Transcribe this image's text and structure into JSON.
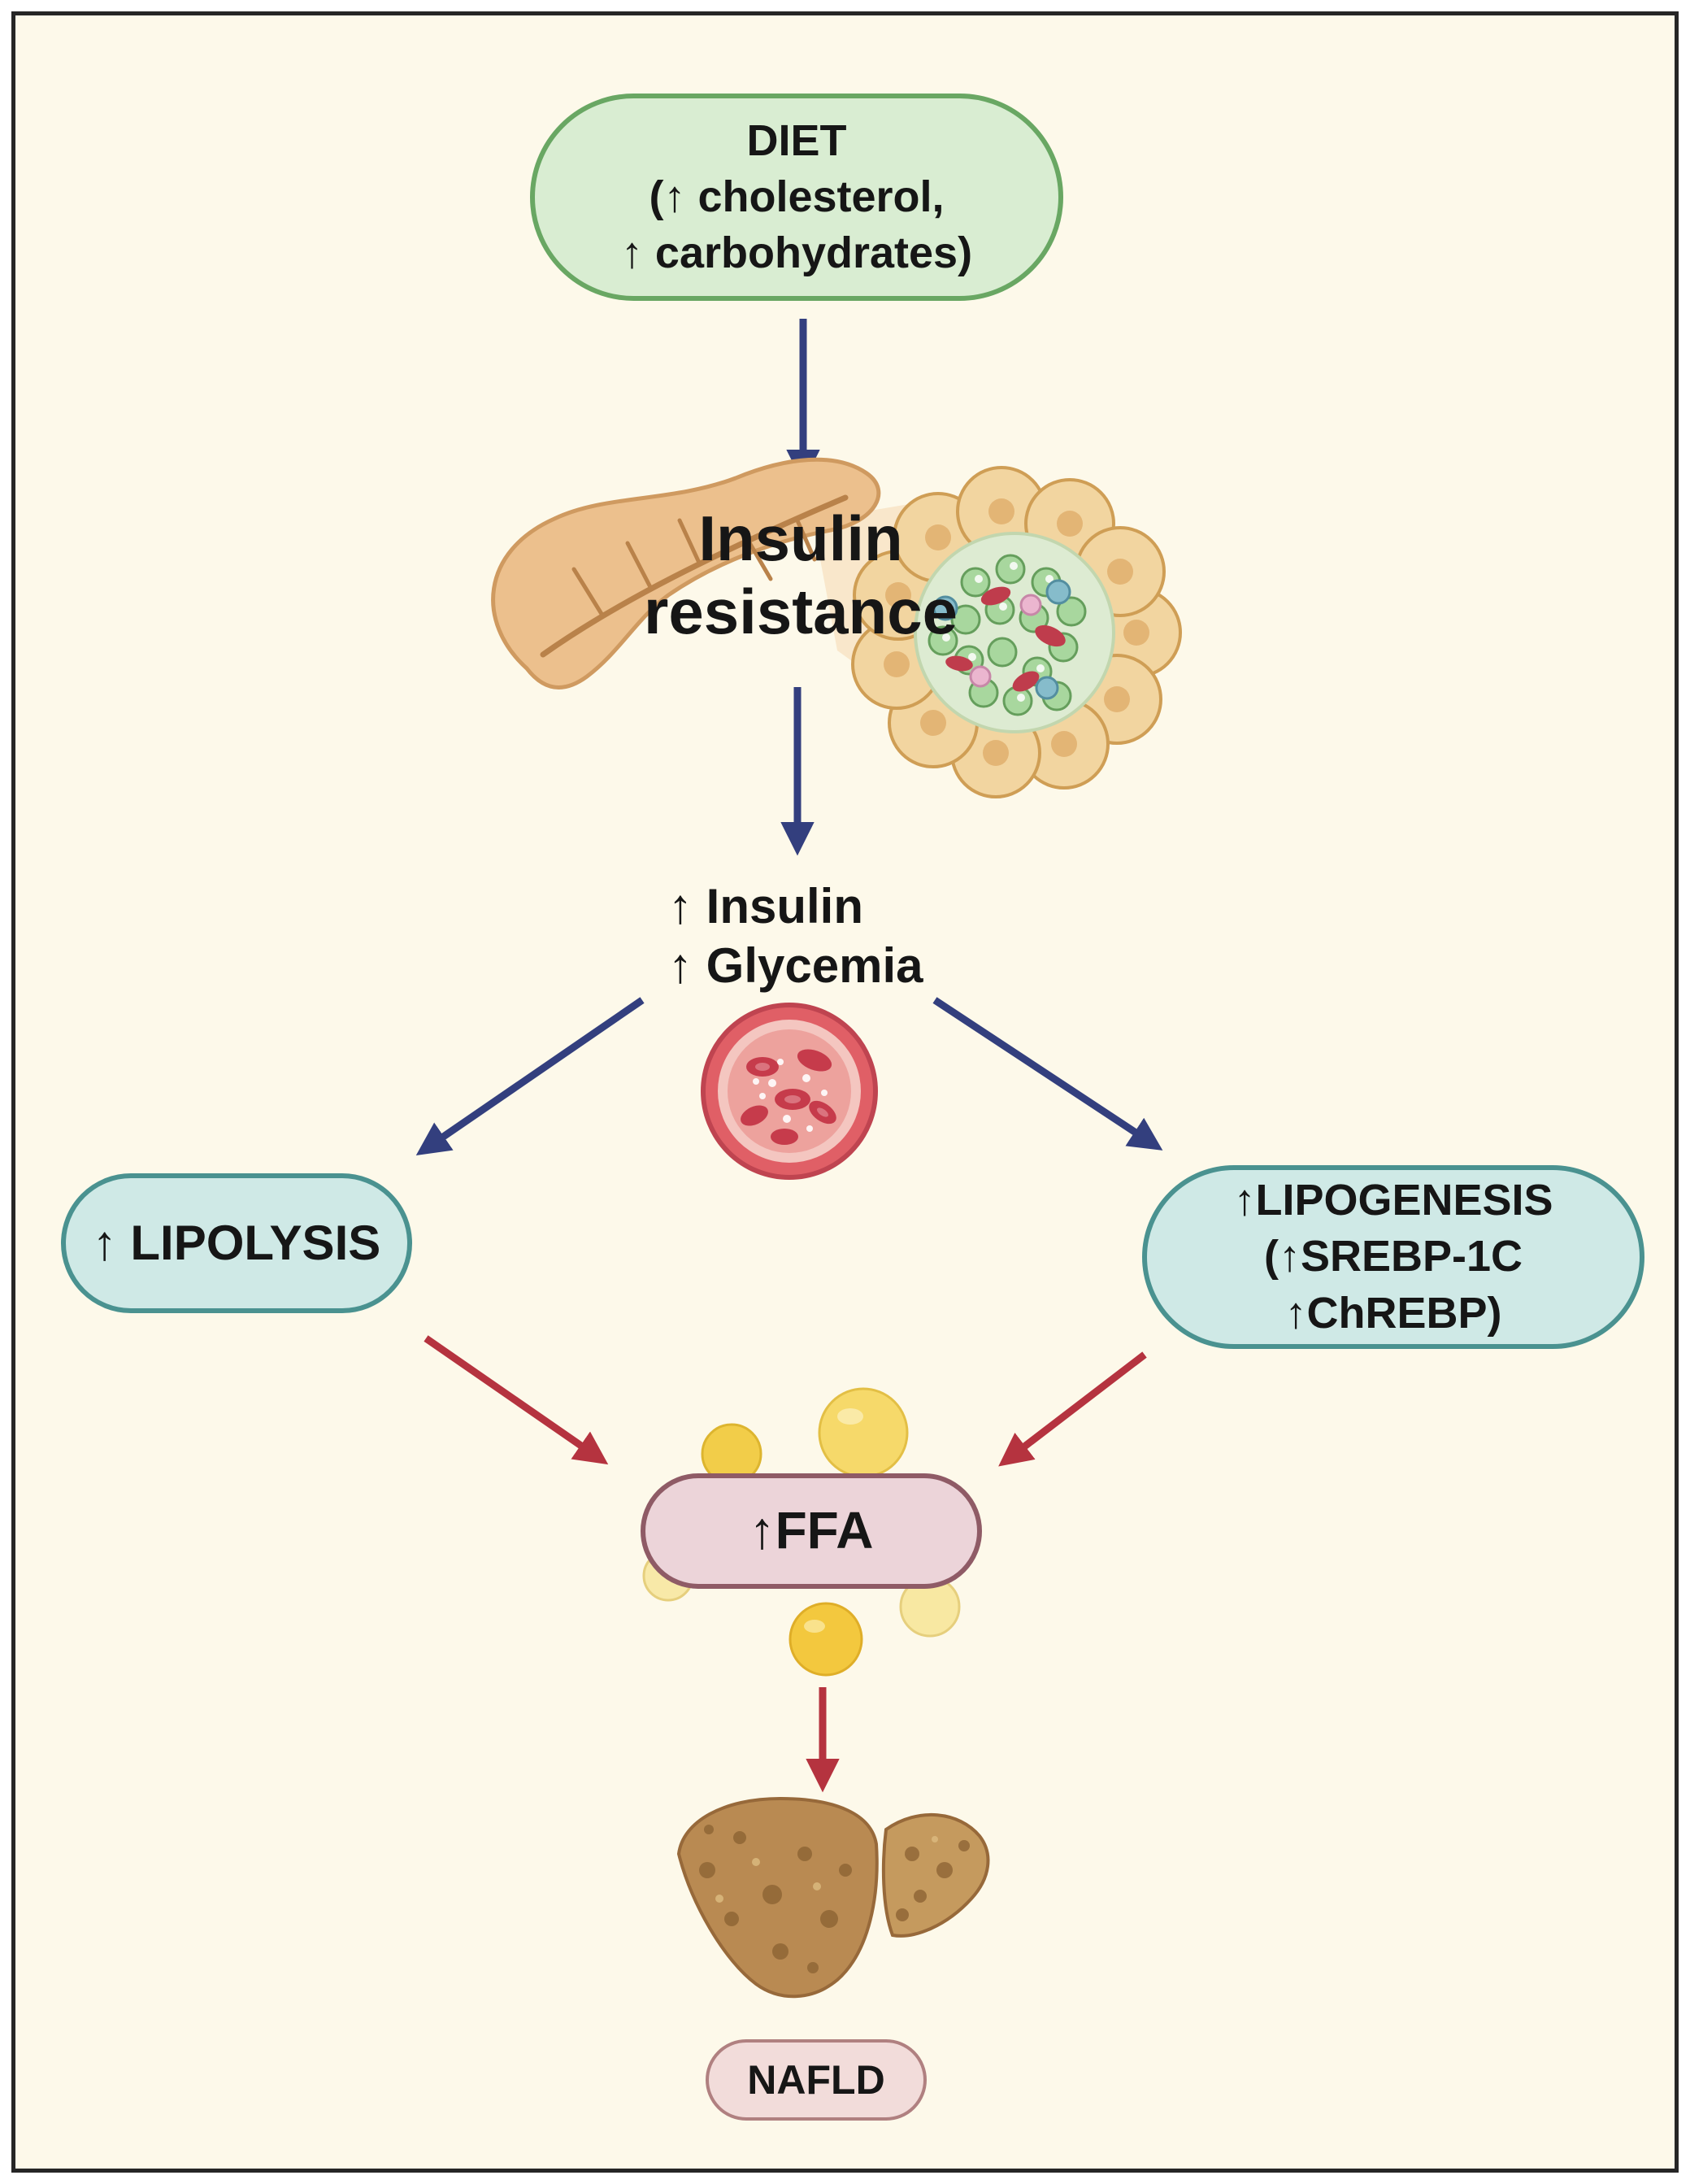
{
  "figure": {
    "description_tag": ""
  },
  "nodes": {
    "diet": {
      "lines": [
        "DIET",
        "(↑ cholesterol,",
        "↑ carbohydrates)"
      ]
    },
    "insulin_resistance": {
      "lines": [
        "Insulin",
        "resistance"
      ]
    },
    "insulin_glycemia": {
      "lines": [
        "↑ Insulin",
        "↑ Glycemia"
      ]
    },
    "lipolysis": {
      "label": "↑ LIPOLYSIS"
    },
    "lipogenesis": {
      "lines": [
        "↑LIPOGENESIS",
        "(↑SREBP-1C",
        "↑ChREBP)"
      ]
    },
    "ffa": {
      "label": "↑FFA"
    },
    "nafld": {
      "label": "NAFLD"
    }
  },
  "illustrations": {
    "pancreas": "pancreas-organ-icon",
    "islet": "pancreatic-islet-cells-icon",
    "blood_vessel": "blood-vessel-cross-section-icon",
    "fat_droplets": "fat-droplets-icon",
    "liver": "fatty-liver-icon"
  },
  "colors": {
    "background": "#fdf9ea",
    "diet_fill": "#d9edd2",
    "diet_border": "#69a763",
    "teal_fill": "#cfe9e6",
    "teal_border": "#4a9290",
    "ffa_fill": "#ecd4d9",
    "ffa_border": "#8f5b66",
    "nafld_fill": "#f2dcda",
    "nafld_border": "#b08080",
    "arrow_blue": "#333f7e",
    "arrow_red": "#b5333f"
  }
}
